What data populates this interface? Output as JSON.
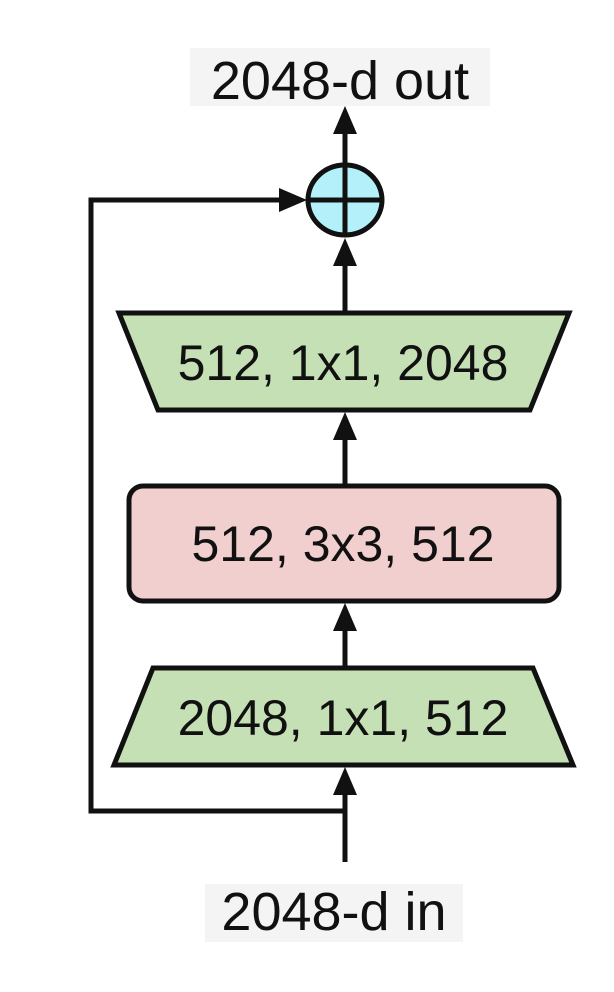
{
  "diagram": {
    "output_label": "2048-d out",
    "input_label": "2048-d in",
    "layers": [
      {
        "label": "512, 1x1, 2048",
        "shape": "inverted-trapezoid",
        "color": "#c5e0b4"
      },
      {
        "label": "512, 3x3, 512",
        "shape": "rounded-rect",
        "color": "#f2cfcf"
      },
      {
        "label": "2048, 1x1, 512",
        "shape": "trapezoid",
        "color": "#c5e0b4"
      }
    ],
    "sum_node": {
      "symbol": "plus-circle",
      "color": "#b3f0fa"
    },
    "colors": {
      "stroke": "#111111",
      "label_background": "#f4f4f4"
    }
  }
}
